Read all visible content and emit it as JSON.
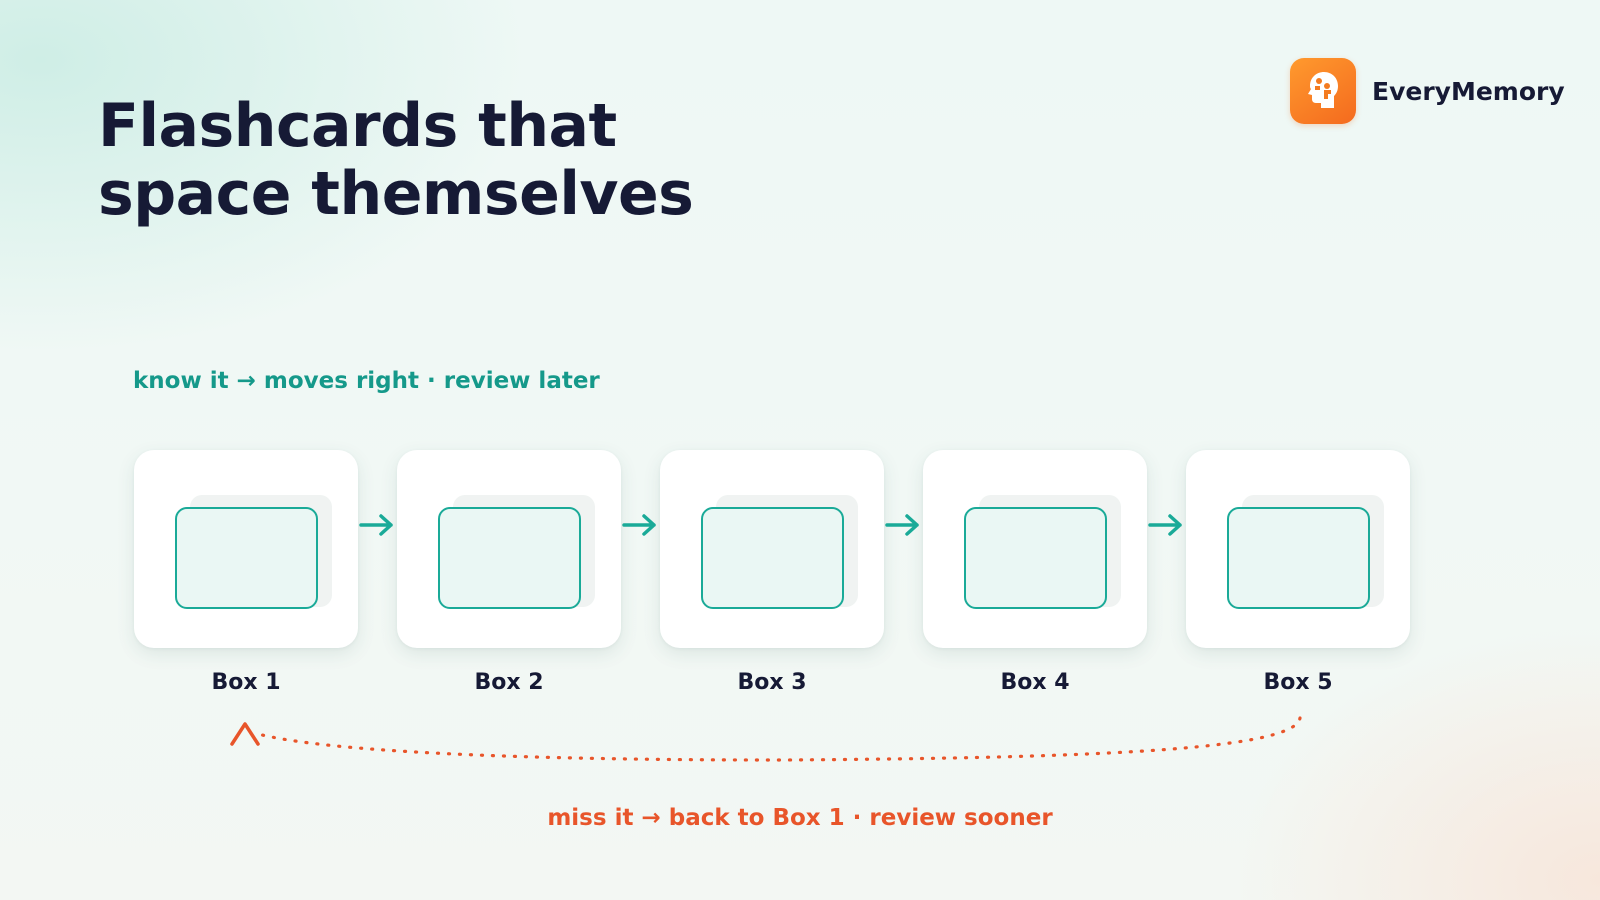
{
  "title_lines": [
    "Flashcards that",
    "space themselves"
  ],
  "brand": {
    "name": "EveryMemory",
    "logo_icon": "head-puzzle-icon",
    "logo_color": "#f47b20"
  },
  "top_caption": "know it → moves right · review later",
  "bottom_caption": "miss it → back to Box 1 · review sooner",
  "boxes": [
    {
      "label": "Box 1"
    },
    {
      "label": "Box 2"
    },
    {
      "label": "Box 3"
    },
    {
      "label": "Box 4"
    },
    {
      "label": "Box 5"
    }
  ],
  "colors": {
    "teal": "#1aaa98",
    "orange": "#e8552a",
    "ink": "#161a35"
  }
}
